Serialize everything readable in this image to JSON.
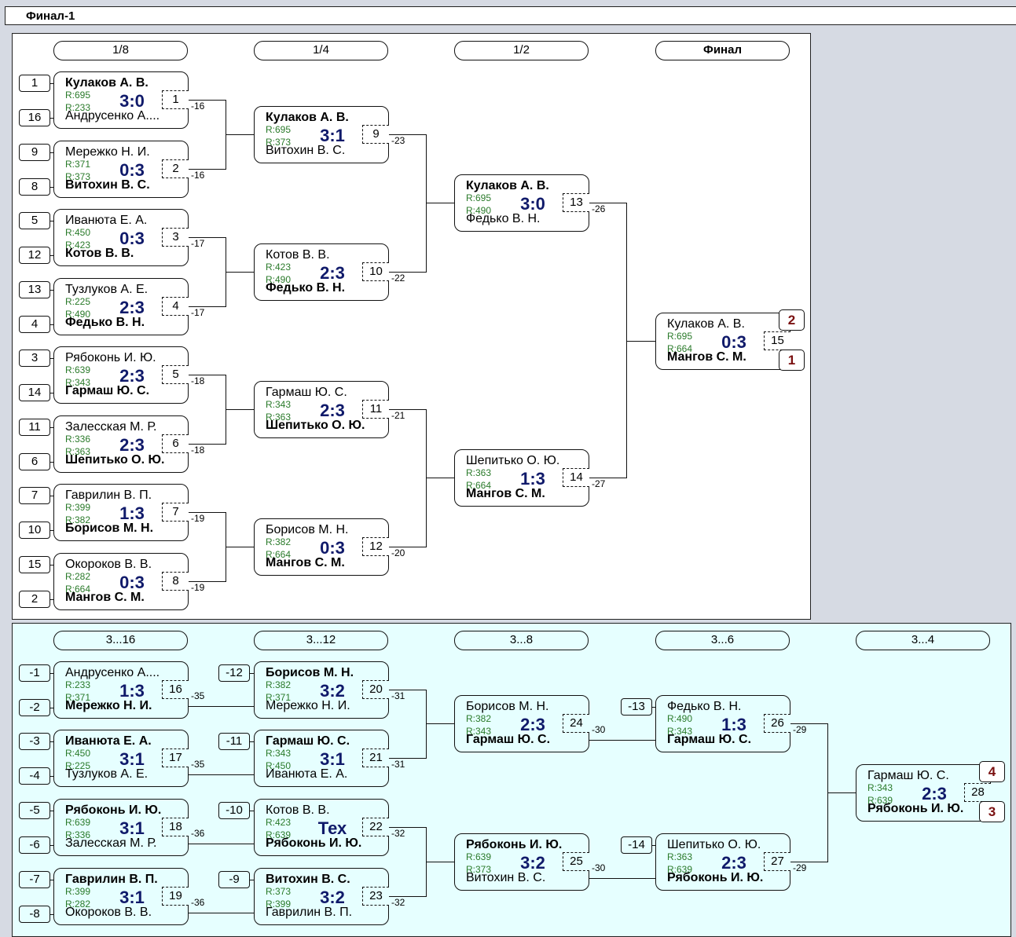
{
  "window": {
    "title": "Финал-1"
  },
  "colors": {
    "rating": "#2a7a2a",
    "score": "#101a6a",
    "place": "#7a1010",
    "top_bg": "#ffffff",
    "bottom_bg": "#e6ffff"
  },
  "top_bracket": {
    "rounds": [
      "1/8",
      "1/4",
      "1/2",
      "Финал"
    ],
    "seeds": [
      "1",
      "16",
      "9",
      "8",
      "5",
      "12",
      "13",
      "4",
      "3",
      "14",
      "11",
      "6",
      "7",
      "10",
      "15",
      "2"
    ],
    "matches": [
      {
        "id": "1",
        "p1": "Кулаков А. В.",
        "p2": "Андрусенко А....",
        "r1": "R:695",
        "r2": "R:233",
        "score": "3:0",
        "winner": 1,
        "loser_to": "-16"
      },
      {
        "id": "2",
        "p1": "Мережко Н. И.",
        "p2": "Витохин В. С.",
        "r1": "R:371",
        "r2": "R:373",
        "score": "0:3",
        "winner": 2,
        "loser_to": "-16"
      },
      {
        "id": "3",
        "p1": "Иванюта Е. А.",
        "p2": "Котов В. В.",
        "r1": "R:450",
        "r2": "R:423",
        "score": "0:3",
        "winner": 2,
        "loser_to": "-17"
      },
      {
        "id": "4",
        "p1": "Тузлуков А. Е.",
        "p2": "Федько В. Н.",
        "r1": "R:225",
        "r2": "R:490",
        "score": "2:3",
        "winner": 2,
        "loser_to": "-17"
      },
      {
        "id": "5",
        "p1": "Рябоконь И. Ю.",
        "p2": "Гармаш Ю. С.",
        "r1": "R:639",
        "r2": "R:343",
        "score": "2:3",
        "winner": 2,
        "loser_to": "-18"
      },
      {
        "id": "6",
        "p1": "Залесская М. Р.",
        "p2": "Шепитько О. Ю.",
        "r1": "R:336",
        "r2": "R:363",
        "score": "2:3",
        "winner": 2,
        "loser_to": "-18"
      },
      {
        "id": "7",
        "p1": "Гаврилин В. П.",
        "p2": "Борисов М. Н.",
        "r1": "R:399",
        "r2": "R:382",
        "score": "1:3",
        "winner": 2,
        "loser_to": "-19"
      },
      {
        "id": "8",
        "p1": "Окороков В. В.",
        "p2": "Мангов С. М.",
        "r1": "R:282",
        "r2": "R:664",
        "score": "0:3",
        "winner": 2,
        "loser_to": "-19"
      },
      {
        "id": "9",
        "p1": "Кулаков А. В.",
        "p2": "Витохин В. С.",
        "r1": "R:695",
        "r2": "R:373",
        "score": "3:1",
        "winner": 1,
        "loser_to": "-23"
      },
      {
        "id": "10",
        "p1": "Котов В. В.",
        "p2": "Федько В. Н.",
        "r1": "R:423",
        "r2": "R:490",
        "score": "2:3",
        "winner": 2,
        "loser_to": "-22"
      },
      {
        "id": "11",
        "p1": "Гармаш Ю. С.",
        "p2": "Шепитько О. Ю.",
        "r1": "R:343",
        "r2": "R:363",
        "score": "2:3",
        "winner": 2,
        "loser_to": "-21"
      },
      {
        "id": "12",
        "p1": "Борисов М. Н.",
        "p2": "Мангов С. М.",
        "r1": "R:382",
        "r2": "R:664",
        "score": "0:3",
        "winner": 2,
        "loser_to": "-20"
      },
      {
        "id": "13",
        "p1": "Кулаков А. В.",
        "p2": "Федько В. Н.",
        "r1": "R:695",
        "r2": "R:490",
        "score": "3:0",
        "winner": 1,
        "loser_to": "-26"
      },
      {
        "id": "14",
        "p1": "Шепитько О. Ю.",
        "p2": "Мангов С. М.",
        "r1": "R:363",
        "r2": "R:664",
        "score": "1:3",
        "winner": 2,
        "loser_to": "-27"
      },
      {
        "id": "15",
        "p1": "Кулаков А. В.",
        "p2": "Мангов С. М.",
        "r1": "R:695",
        "r2": "R:664",
        "score": "0:3",
        "winner": 2,
        "place1": "2",
        "place2": "1"
      }
    ]
  },
  "bottom_bracket": {
    "rounds": [
      "3...16",
      "3...12",
      "3...8",
      "3...6",
      "3...4"
    ],
    "seeds": [
      "-1",
      "-2",
      "-3",
      "-4",
      "-5",
      "-6",
      "-7",
      "-8"
    ],
    "seeds_r2": [
      "-12",
      "-11",
      "-10",
      "-9"
    ],
    "seeds_r4": [
      "-13",
      "-14"
    ],
    "matches": [
      {
        "id": "16",
        "p1": "Андрусенко А....",
        "p2": "Мережко Н. И.",
        "r1": "R:233",
        "r2": "R:371",
        "score": "1:3",
        "winner": 2,
        "loser_to": "-35"
      },
      {
        "id": "17",
        "p1": "Иванюта Е. А.",
        "p2": "Тузлуков А. Е.",
        "r1": "R:450",
        "r2": "R:225",
        "score": "3:1",
        "winner": 1,
        "loser_to": "-35"
      },
      {
        "id": "18",
        "p1": "Рябоконь И. Ю.",
        "p2": "Залесская М. Р.",
        "r1": "R:639",
        "r2": "R:336",
        "score": "3:1",
        "winner": 1,
        "loser_to": "-36"
      },
      {
        "id": "19",
        "p1": "Гаврилин В. П.",
        "p2": "Окороков В. В.",
        "r1": "R:399",
        "r2": "R:282",
        "score": "3:1",
        "winner": 1,
        "loser_to": "-36"
      },
      {
        "id": "20",
        "p1": "Борисов М. Н.",
        "p2": "Мережко Н. И.",
        "r1": "R:382",
        "r2": "R:371",
        "score": "3:2",
        "winner": 1,
        "loser_to": "-31"
      },
      {
        "id": "21",
        "p1": "Гармаш Ю. С.",
        "p2": "Иванюта Е. А.",
        "r1": "R:343",
        "r2": "R:450",
        "score": "3:1",
        "winner": 1,
        "loser_to": "-31"
      },
      {
        "id": "22",
        "p1": "Котов В. В.",
        "p2": "Рябоконь И. Ю.",
        "r1": "R:423",
        "r2": "R:639",
        "score": "Тех",
        "winner": 2,
        "loser_to": "-32"
      },
      {
        "id": "23",
        "p1": "Витохин В. С.",
        "p2": "Гаврилин В. П.",
        "r1": "R:373",
        "r2": "R:399",
        "score": "3:2",
        "winner": 1,
        "loser_to": "-32"
      },
      {
        "id": "24",
        "p1": "Борисов М. Н.",
        "p2": "Гармаш Ю. С.",
        "r1": "R:382",
        "r2": "R:343",
        "score": "2:3",
        "winner": 2,
        "loser_to": "-30"
      },
      {
        "id": "25",
        "p1": "Рябоконь И. Ю.",
        "p2": "Витохин В. С.",
        "r1": "R:639",
        "r2": "R:373",
        "score": "3:2",
        "winner": 1,
        "loser_to": "-30"
      },
      {
        "id": "26",
        "p1": "Федько В. Н.",
        "p2": "Гармаш Ю. С.",
        "r1": "R:490",
        "r2": "R:343",
        "score": "1:3",
        "winner": 2,
        "loser_to": "-29"
      },
      {
        "id": "27",
        "p1": "Шепитько О. Ю.",
        "p2": "Рябоконь И. Ю.",
        "r1": "R:363",
        "r2": "R:639",
        "score": "2:3",
        "winner": 2,
        "loser_to": "-29"
      },
      {
        "id": "28",
        "p1": "Гармаш Ю. С.",
        "p2": "Рябоконь И. Ю.",
        "r1": "R:343",
        "r2": "R:639",
        "score": "2:3",
        "winner": 2,
        "place1": "4",
        "place2": "3"
      }
    ]
  }
}
